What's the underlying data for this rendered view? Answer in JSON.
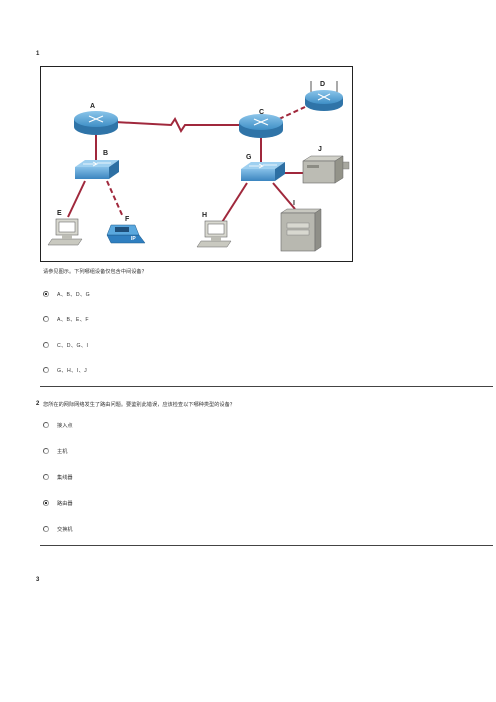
{
  "questions": [
    {
      "number": "1",
      "prompt": "请参见图示。下列哪组设备仅包含中间设备？",
      "figure": {
        "labels": {
          "A": "A",
          "B": "B",
          "C": "C",
          "D": "D",
          "E": "E",
          "F": "F",
          "G": "G",
          "H": "H",
          "I": "I",
          "J": "J"
        },
        "phone_text": "IP"
      },
      "options": [
        {
          "label": "A、B、D、G",
          "selected": true
        },
        {
          "label": "A、B、E、F",
          "selected": false
        },
        {
          "label": "C、D、G、I",
          "selected": false
        },
        {
          "label": "G、H、I、J",
          "selected": false
        }
      ]
    },
    {
      "number": "2",
      "prompt": "您所在的网际网络发生了路由问题。要鉴别此错误，应该检查以下哪种类型的设备？",
      "options": [
        {
          "label": "接入点",
          "selected": false
        },
        {
          "label": "主机",
          "selected": false
        },
        {
          "label": "集线器",
          "selected": false
        },
        {
          "label": "路由器",
          "selected": true
        },
        {
          "label": "交换机",
          "selected": false
        }
      ]
    },
    {
      "number": "3"
    }
  ],
  "colors": {
    "link": "#a0283c",
    "router": "#3f8fc6",
    "switch": "#4f9ad1"
  },
  "icons": {
    "radio_selected": "radio-selected-icon",
    "radio_unselected": "radio-unselected-icon",
    "router": "router-icon",
    "switch": "switch-icon",
    "pc": "desktop-computer-icon",
    "ip_phone": "ip-phone-icon",
    "server": "server-icon",
    "printer": "printer-icon"
  }
}
